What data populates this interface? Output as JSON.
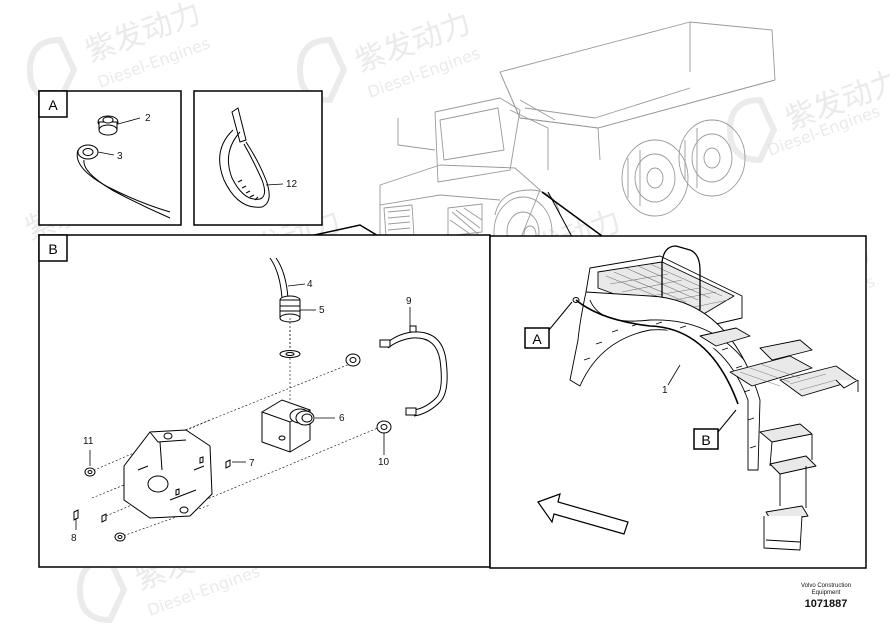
{
  "watermark": {
    "brand": "紫发动力",
    "sub": "Diesel-Engines"
  },
  "boxes": {
    "a": "A",
    "b": "B",
    "detail_a": "A",
    "detail_b": "B"
  },
  "callouts": {
    "p1": "1",
    "p2": "2",
    "p3": "3",
    "p4": "4",
    "p5": "5",
    "p6": "6",
    "p7": "7",
    "p8": "8",
    "p9": "9",
    "p10": "10",
    "p11": "11",
    "p12": "12"
  },
  "footer": {
    "line1": "Volvo Construction",
    "line2": "Equipment",
    "number": "1071887"
  },
  "colors": {
    "line": "#000000",
    "watermark": "#d9d9d9"
  }
}
